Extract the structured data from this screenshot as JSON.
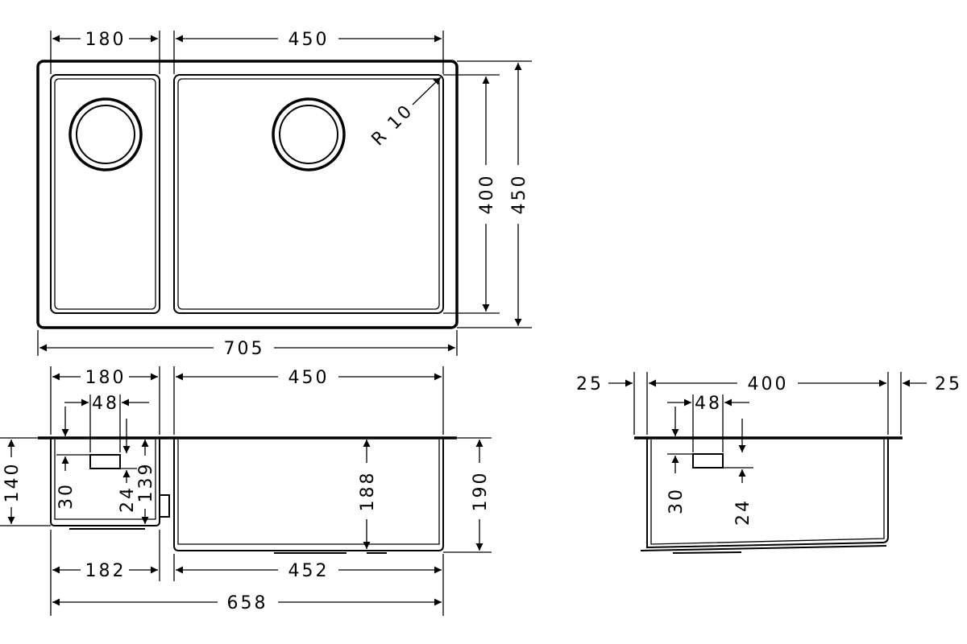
{
  "top_view": {
    "width_small_bowl": "180",
    "width_large_bowl": "450",
    "total_width": "705",
    "radius": "R 10",
    "inner_depth": "400",
    "outer_depth": "450"
  },
  "front_section": {
    "width_small_bowl": "180",
    "width_large_bowl": "450",
    "overflow_width": "48",
    "small_bowl_height": "140",
    "overflow_offset": "30",
    "overflow_height": "24",
    "small_bowl_depth": "139",
    "large_bowl_depth": "188",
    "total_height": "190",
    "bottom_small": "182",
    "bottom_large": "452",
    "bottom_total": "658"
  },
  "side_section": {
    "left_margin": "25",
    "width": "400",
    "right_margin": "25",
    "overflow_width": "48",
    "overflow_offset": "30",
    "overflow_height": "24"
  }
}
